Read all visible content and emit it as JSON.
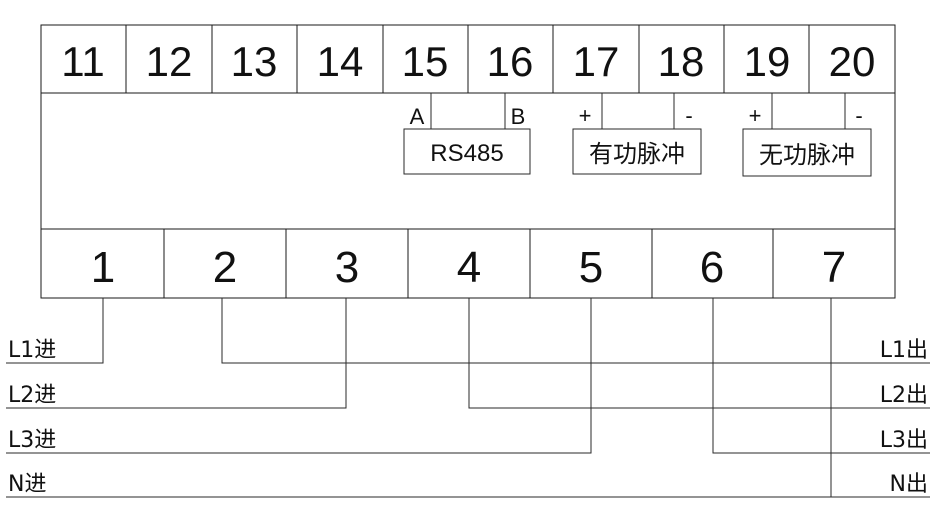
{
  "top_terminals": [
    "11",
    "12",
    "13",
    "14",
    "15",
    "16",
    "17",
    "18",
    "19",
    "20"
  ],
  "bottom_terminals": [
    "1",
    "2",
    "3",
    "4",
    "5",
    "6",
    "7"
  ],
  "rs485": {
    "label": "RS485",
    "a": "A",
    "b": "B"
  },
  "active_pulse": {
    "label": "有功脉冲",
    "plus": "+",
    "minus": "-"
  },
  "reactive_pulse": {
    "label": "无功脉冲",
    "plus": "+",
    "minus": "-"
  },
  "inputs": [
    "L1进",
    "L2进",
    "L3进",
    "N进"
  ],
  "outputs": [
    "L1出",
    "L2出",
    "L3出",
    "N出"
  ]
}
